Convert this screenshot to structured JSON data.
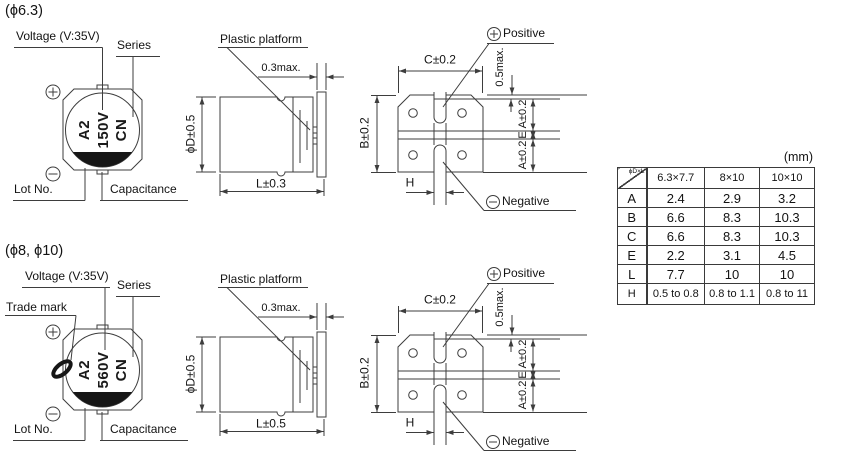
{
  "units": [
    {
      "size_label": "(ϕ6.3)",
      "front": {
        "voltage_label": "Voltage (V:35V)",
        "series_label": "Series",
        "lot_label": "Lot No.",
        "capacitance_label": "Capacitance",
        "marking_lot": "A2",
        "marking_value": "150V",
        "marking_series": "CN"
      },
      "side": {
        "platform_label": "Plastic platform",
        "dim_platform": "0.3max.",
        "dim_diameter": "ϕD±0.5",
        "dim_length": "L±0.3"
      },
      "pad": {
        "positive_label": "Positive",
        "negative_label": "Negative",
        "dim_width": "C±0.2",
        "dim_height": "B±0.2",
        "dim_offset": "0.5max.",
        "dim_pad_top": "A±0.2",
        "dim_gap": "E",
        "dim_pad_bottom": "A±0.2",
        "dim_lead": "H"
      }
    },
    {
      "size_label": "(ϕ8, ϕ10)",
      "front": {
        "voltage_label": "Voltage (V:35V)",
        "series_label": "Series",
        "trade_mark_label": "Trade mark",
        "lot_label": "Lot No.",
        "capacitance_label": "Capacitance",
        "marking_lot": "A2",
        "marking_value": "560V",
        "marking_series": "CN"
      },
      "side": {
        "platform_label": "Plastic platform",
        "dim_platform": "0.3max.",
        "dim_diameter": "ϕD±0.5",
        "dim_length": "L±0.5"
      },
      "pad": {
        "positive_label": "Positive",
        "negative_label": "Negative",
        "dim_width": "C±0.2",
        "dim_height": "B±0.2",
        "dim_offset": "0.5max.",
        "dim_pad_top": "A±0.2",
        "dim_gap": "E",
        "dim_pad_bottom": "A±0.2",
        "dim_lead": "H"
      }
    }
  ],
  "table": {
    "unit_label": "(mm)",
    "corner_label": "ϕD×L",
    "columns": [
      "6.3×7.7",
      "8×10",
      "10×10"
    ],
    "rows": [
      {
        "name": "A",
        "values": [
          "2.4",
          "2.9",
          "3.2"
        ]
      },
      {
        "name": "B",
        "values": [
          "6.6",
          "8.3",
          "10.3"
        ]
      },
      {
        "name": "C",
        "values": [
          "6.6",
          "8.3",
          "10.3"
        ]
      },
      {
        "name": "E",
        "values": [
          "2.2",
          "3.1",
          "4.5"
        ]
      },
      {
        "name": "L",
        "values": [
          "7.7",
          "10",
          "10"
        ]
      },
      {
        "name": "H",
        "values": [
          "0.5 to 0.8",
          "0.8 to 1.1",
          "0.8 to 11"
        ]
      }
    ]
  }
}
